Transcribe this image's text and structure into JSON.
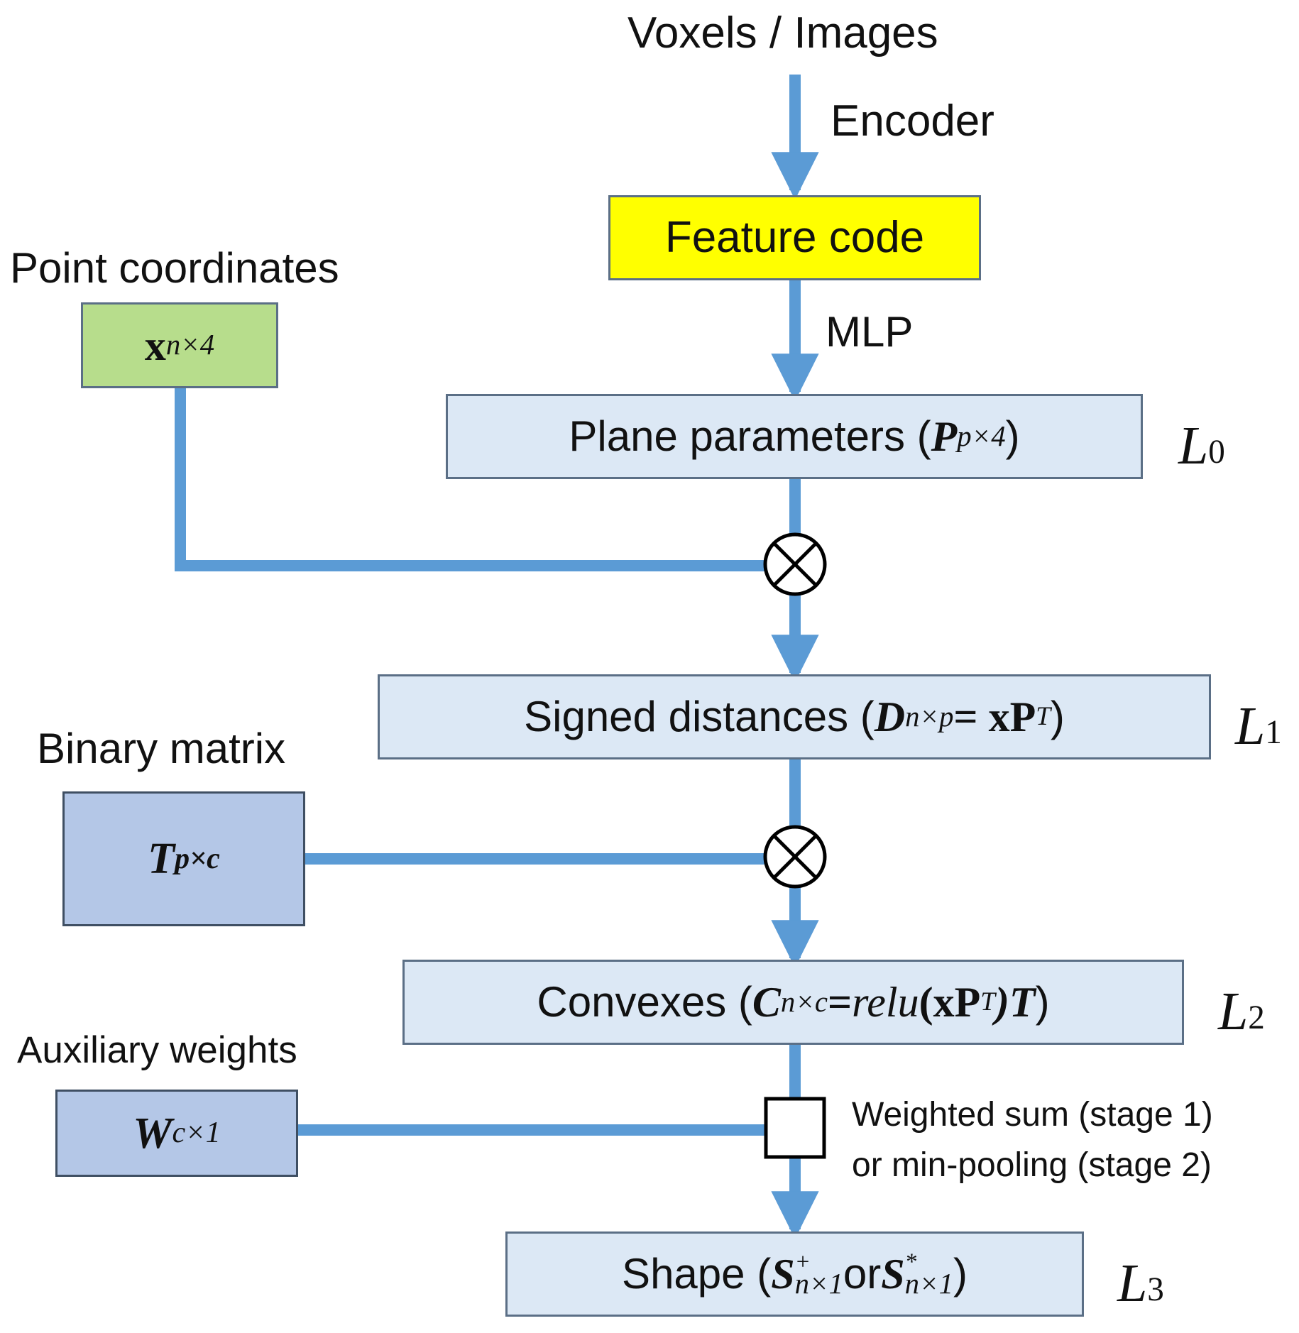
{
  "diagram": {
    "inputs": {
      "voxels_images": "Voxels / Images",
      "point_coordinates": "Point coordinates",
      "binary_matrix": "Binary matrix",
      "auxiliary_weights": "Auxiliary weights"
    },
    "edge_labels": {
      "encoder": "Encoder",
      "mlp": "MLP",
      "combine_note_line1": "Weighted sum (stage 1)",
      "combine_note_line2": "or min-pooling (stage 2)"
    },
    "boxes": {
      "feature_code": "Feature code",
      "x_box": {
        "symbol": "x",
        "sub": "n×4"
      },
      "plane_parameters": {
        "text": "Plane parameters (",
        "symbol": "P",
        "sub": "p×4",
        "close": ")"
      },
      "signed_distances": {
        "text": "Signed distances (",
        "symbol": "D",
        "sub": "n×p",
        "rhs": " = xP",
        "sup": "T",
        "close": ")"
      },
      "t_box": {
        "symbol": "T",
        "sub": "p×c"
      },
      "convexes": {
        "text": "Convexes (",
        "symbol": "C",
        "sub": "n×c",
        "eq": " = ",
        "fn": "relu",
        "arg_open": "(xP",
        "sup": "T",
        "arg_close": ")T",
        "close": " )"
      },
      "w_box": {
        "symbol": "W",
        "sub": "c×1"
      },
      "shape": {
        "text": "Shape (",
        "symbol": "S",
        "sup1": "+",
        "sub": "n×1",
        "or": " or ",
        "sup2": "*",
        "close": ")"
      }
    },
    "levels": {
      "l0": {
        "letter": "L",
        "num": "0"
      },
      "l1": {
        "letter": "L",
        "num": "1"
      },
      "l2": {
        "letter": "L",
        "num": "2"
      },
      "l3": {
        "letter": "L",
        "num": "3"
      }
    },
    "operators": {
      "multiply_symbol": "⊗",
      "combine_symbol": "□"
    },
    "colors": {
      "arrow": "#5b9bd5",
      "feature_code_fill": "#ffff00",
      "x_box_fill": "#b7dd8c",
      "light_box_fill": "#dce8f5",
      "input_box_fill": "#b4c7e7"
    }
  }
}
